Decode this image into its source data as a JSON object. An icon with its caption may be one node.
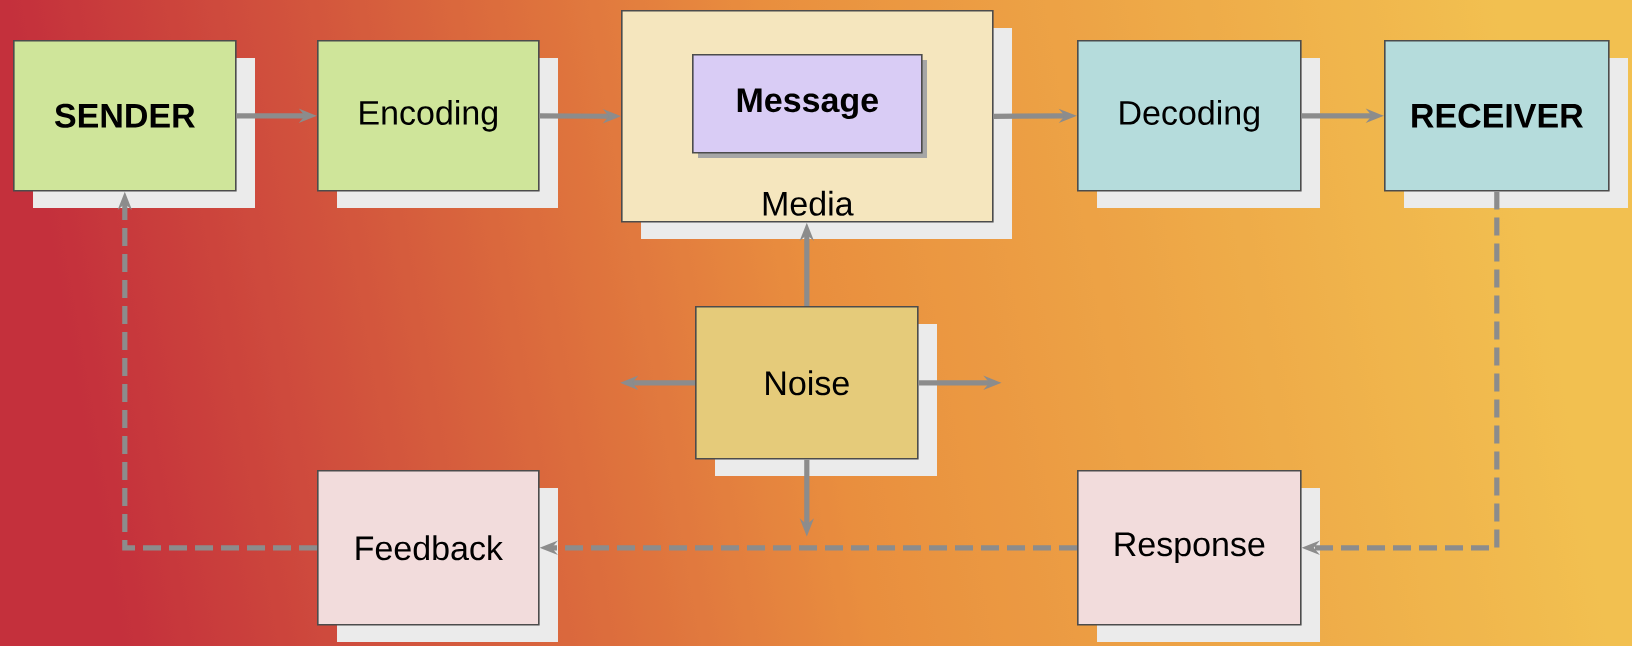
{
  "diagram": {
    "nodes": [
      {
        "text": [
          "SENDER"
        ]
      },
      {
        "text": [
          "Encoding"
        ]
      },
      {
        "text": [
          "Media"
        ]
      },
      {
        "text": [
          "Message"
        ],
        "in": 2
      },
      {
        "text": [
          "Decoding"
        ]
      },
      {
        "text": [
          "RECEIVER"
        ]
      },
      {
        "text": [
          "Noise"
        ]
      },
      {
        "text": [
          "Feedback"
        ]
      },
      {
        "text": [
          "Response"
        ]
      }
    ],
    "edges": [
      {
        "from": 0,
        "to": 1,
        "arrow": "to"
      },
      {
        "from": 1,
        "to": 2,
        "arrow": "to"
      },
      {
        "from": 2,
        "to": 4,
        "arrow": "to"
      },
      {
        "from": 4,
        "to": 5,
        "arrow": "to"
      },
      {
        "from": 6,
        "to": 2,
        "arrow": "to"
      },
      {
        "from": 6,
        "to": null,
        "arrow": "to"
      },
      {
        "from": 6,
        "to": null,
        "arrow": "to"
      },
      {
        "from": 6,
        "to": null,
        "arrow": "to"
      },
      {
        "from": 5,
        "to": 8,
        "arrow": "to",
        "style": "dashed"
      },
      {
        "from": 8,
        "to": 7,
        "arrow": "to",
        "style": "dashed"
      },
      {
        "from": 7,
        "to": 0,
        "arrow": "to",
        "style": "dashed"
      }
    ]
  }
}
